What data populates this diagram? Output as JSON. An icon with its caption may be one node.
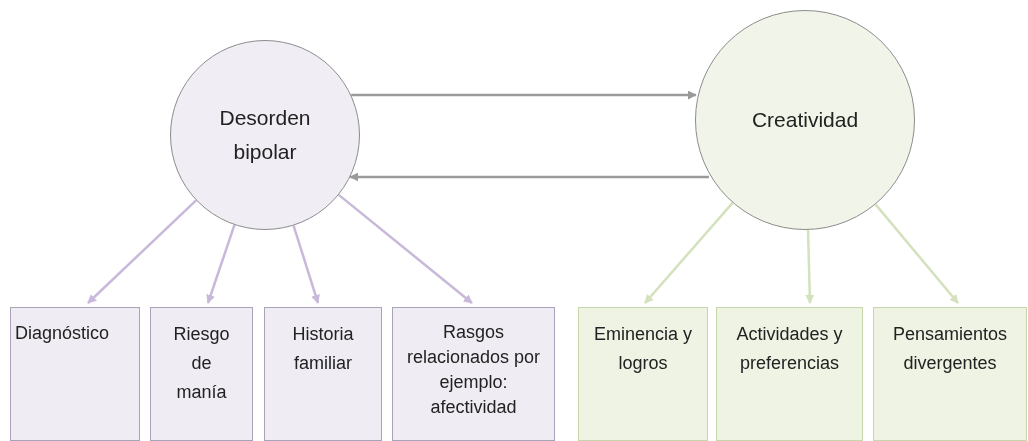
{
  "diagram": {
    "nodes": [
      {
        "text": [
          "Desorden bipolar"
        ]
      },
      {
        "text": [
          "Creatividad"
        ]
      },
      {
        "text": [
          "Diagnóstico"
        ]
      },
      {
        "text": [
          "Riesgo de manía"
        ]
      },
      {
        "text": [
          "Historia familiar"
        ]
      },
      {
        "text": [
          "Rasgos relacionados por ejemplo: afectividad"
        ]
      },
      {
        "text": [
          "Eminencia y logros"
        ]
      },
      {
        "text": [
          "Actividades y preferencias"
        ]
      },
      {
        "text": [
          "Pensamientos divergentes"
        ]
      }
    ],
    "edges": [
      {
        "from": 0,
        "to": 1,
        "arrow": "to",
        "color": "#9a9a9a"
      },
      {
        "from": 1,
        "to": 0,
        "arrow": "to",
        "color": "#9a9a9a"
      },
      {
        "from": 0,
        "to": 2,
        "arrow": "to",
        "color": "#c8b9da"
      },
      {
        "from": 0,
        "to": 3,
        "arrow": "to",
        "color": "#c8b9da"
      },
      {
        "from": 0,
        "to": 4,
        "arrow": "to",
        "color": "#c8b9da"
      },
      {
        "from": 0,
        "to": 5,
        "arrow": "to",
        "color": "#c8b9da"
      },
      {
        "from": 1,
        "to": 6,
        "arrow": "to",
        "color": "#d3e2bc"
      },
      {
        "from": 1,
        "to": 7,
        "arrow": "to",
        "color": "#d3e2bc"
      },
      {
        "from": 1,
        "to": 8,
        "arrow": "to",
        "color": "#d3e2bc"
      }
    ]
  }
}
